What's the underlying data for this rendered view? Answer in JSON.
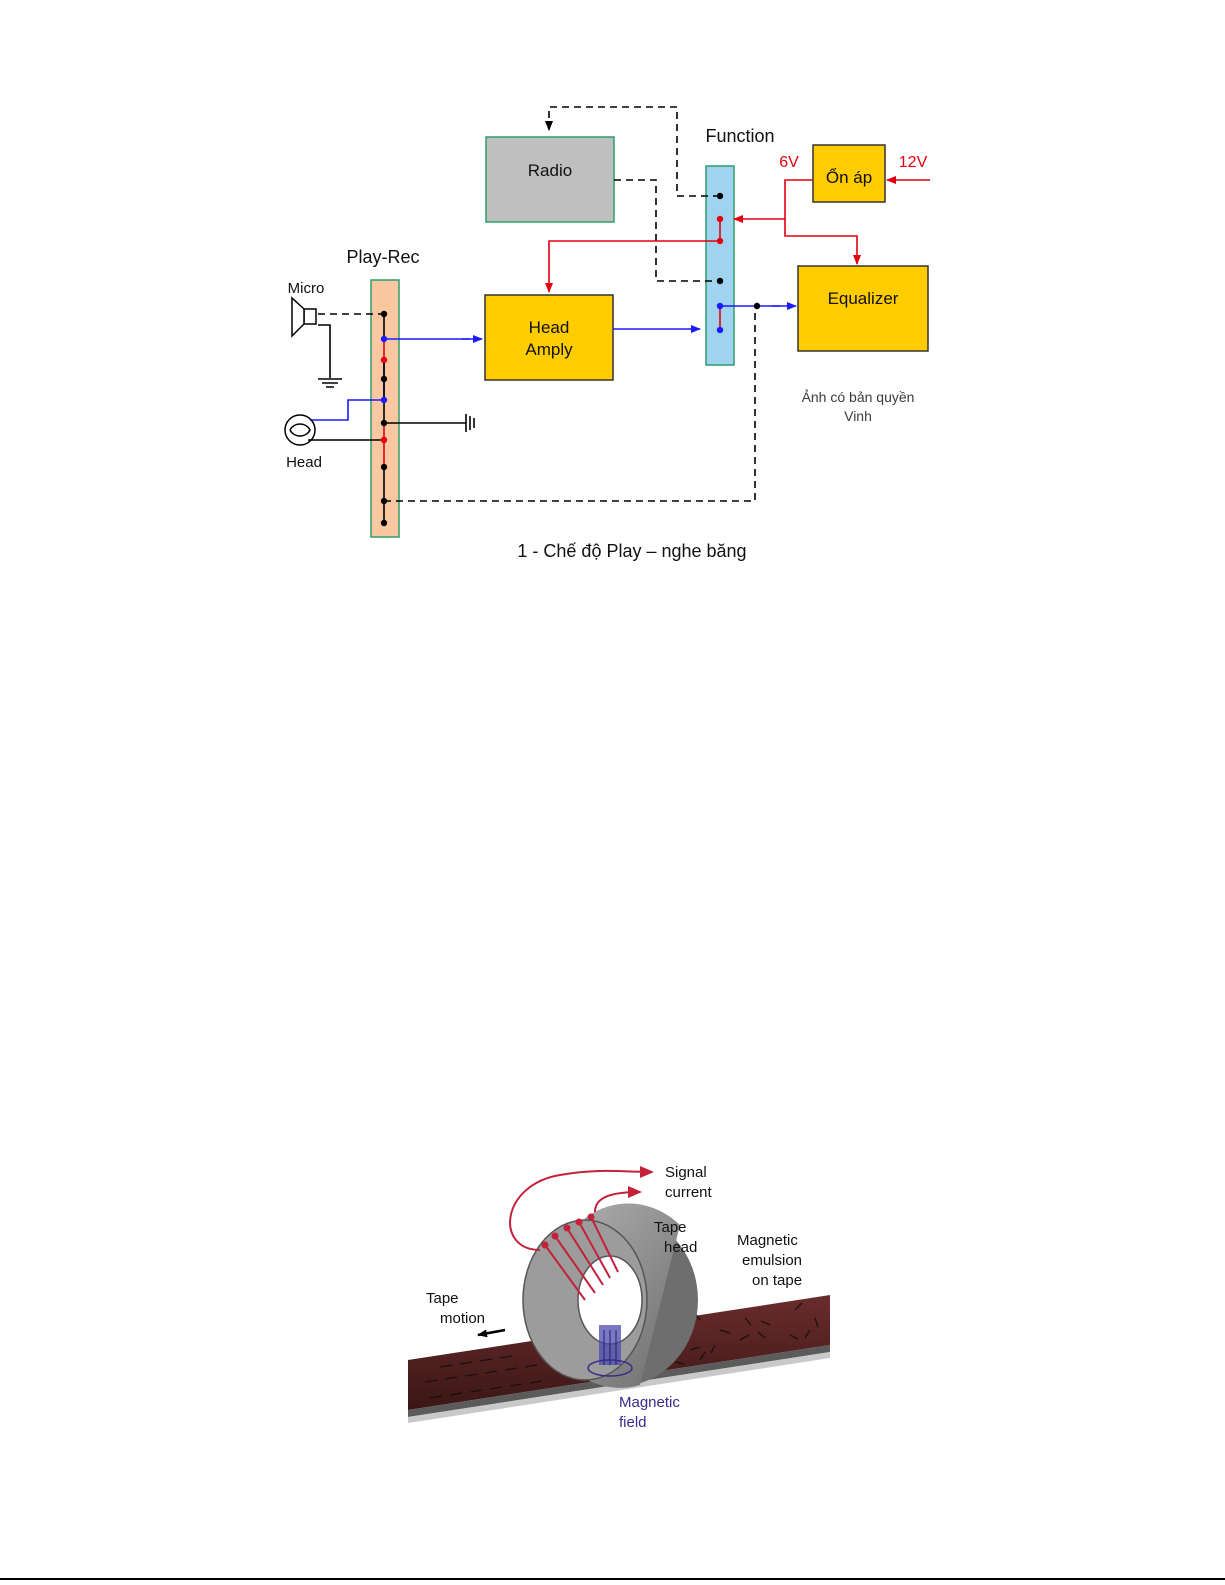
{
  "diagram1": {
    "blocks": {
      "radio": "Radio",
      "head_amply_line1": "Head",
      "head_amply_line2": "Amply",
      "equalizer": "Equalizer",
      "on_ap": "Ổn áp"
    },
    "labels": {
      "play_rec": "Play-Rec",
      "function": "Function",
      "micro": "Micro",
      "head": "Head",
      "v6": "6V",
      "v12": "12V",
      "copyright_line1": "Ảnh có bản quyền",
      "copyright_line2": "Vinh"
    },
    "caption": "1 - Chế độ Play – nghe băng",
    "colors": {
      "block_yellow": "#ffcc00",
      "radio_gray": "#bfbfbf",
      "function_blue": "#9fd3f0",
      "playrec_orange": "#f9c8a0",
      "signal_blue": "#1a1aff",
      "power_red": "#e3000f",
      "control_black": "#000000"
    }
  },
  "diagram2": {
    "labels": {
      "signal_line1": "Signal",
      "signal_line2": "current",
      "tape_head_line1": "Tape",
      "tape_head_line2": "head",
      "emulsion_line1": "Magnetic",
      "emulsion_line2": "emulsion",
      "emulsion_line3": "on tape",
      "tape_motion_line1": "Tape",
      "tape_motion_line2": "motion",
      "field_line1": "Magnetic",
      "field_line2": "field"
    },
    "colors": {
      "tape_brown": "#4a1f1f",
      "coil_red": "#c4213a",
      "head_gray": "#8f8f8f",
      "field_purple": "#3a2a8a"
    }
  }
}
